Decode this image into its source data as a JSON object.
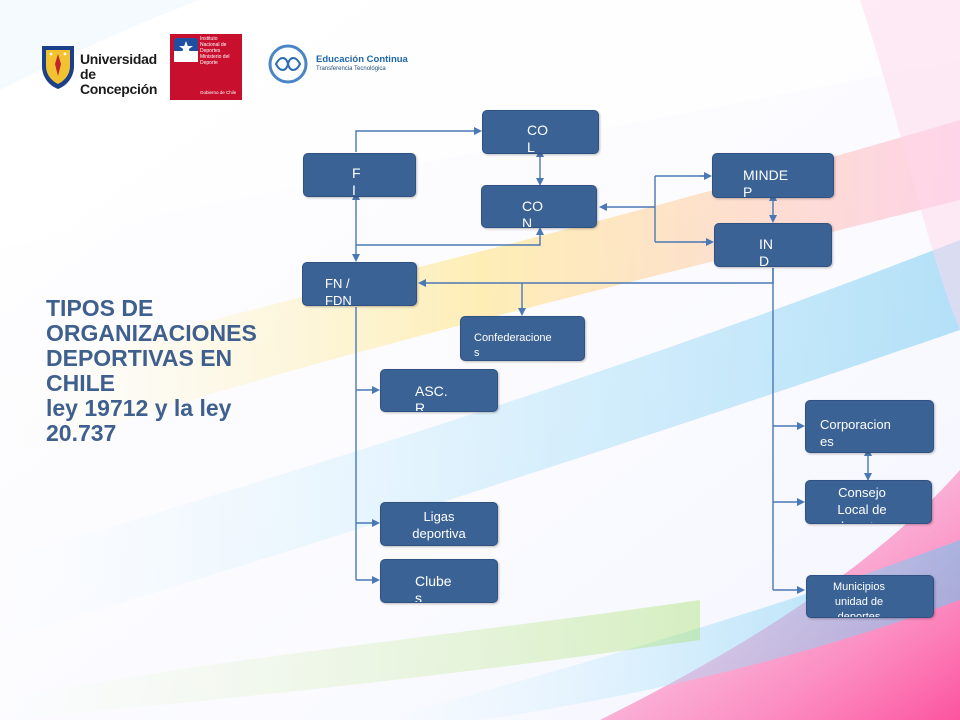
{
  "header": {
    "logo_udec_text": [
      "Universidad",
      "de Concepción"
    ],
    "logo_ind_text": [
      "Instituto",
      "Nacional de",
      "Deportes",
      "Ministerio del Deporte"
    ],
    "logo_ind_bottom": "Gobierno de Chile",
    "logo_ec_title": "Educación Continua",
    "logo_ec_sub": "Transferencia Tecnológica"
  },
  "title": {
    "lines": [
      "TIPOS DE",
      "ORGANIZACIONES",
      "DEPORTIVAS EN",
      "CHILE",
      "ley 19712 y la ley",
      "20.737"
    ]
  },
  "nodes": {
    "col": "CO\nL",
    "fi": "F\nI",
    "con": "CO\nN",
    "mindep": "MINDE\nP",
    "ind": "IN\nD",
    "fn_fdn": "FN /\nFDN",
    "confederaciones": "Confederacione\ns",
    "asc_r": "ASC.\nR",
    "ligas": "Ligas\ndeportiva",
    "clubes": "Clube\ns",
    "corporaciones": "Corporacion\nes",
    "consejo": "Consejo\nLocal de\ndeportes",
    "municipios": "Municipios\nunidad de\ndeportes"
  },
  "colors": {
    "node_fill": "#3b6295",
    "connector": "#4a78b4",
    "title": "#3f5f8f"
  }
}
